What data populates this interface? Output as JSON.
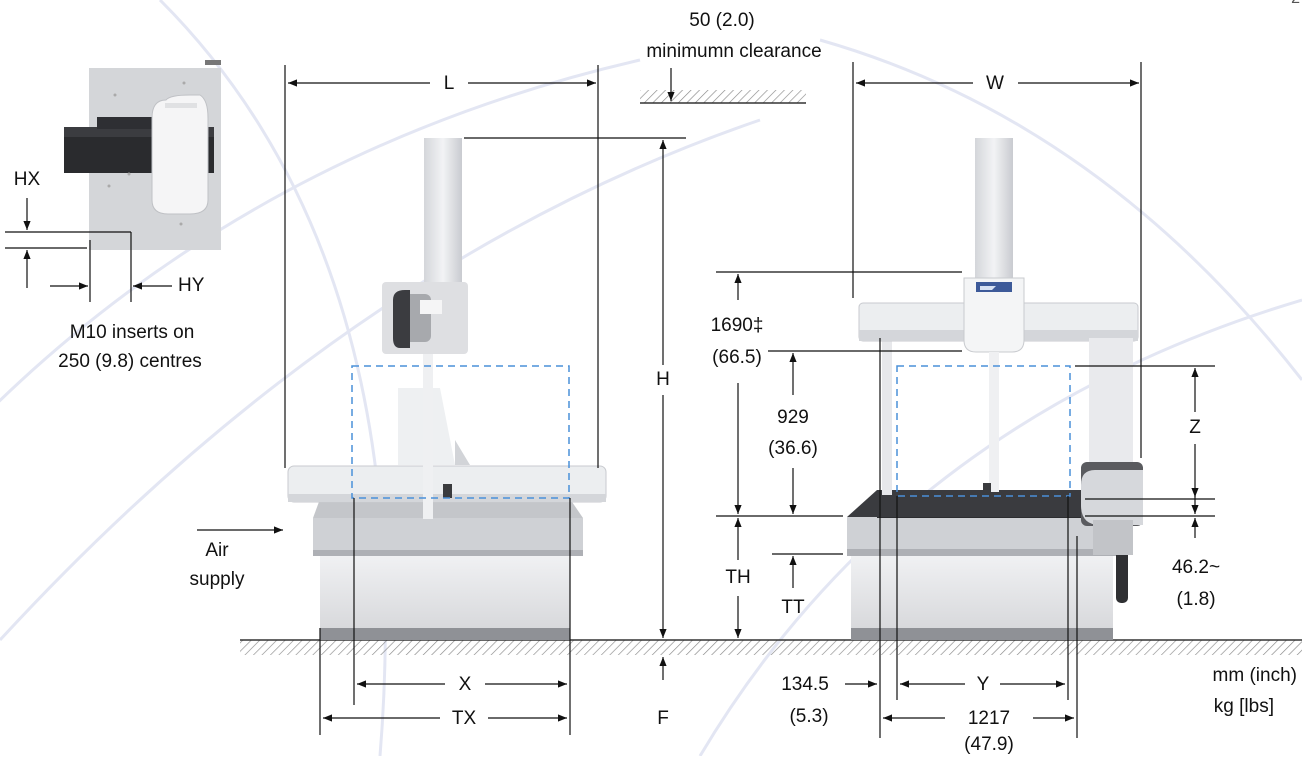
{
  "labels": {
    "clearance_value": "50 (2.0)",
    "clearance_text": "minimumn clearance",
    "L": "L",
    "W": "W",
    "H": "H",
    "HX": "HX",
    "HY": "HY",
    "inserts_line1": "M10 inserts on",
    "inserts_line2": "250 (9.8) centres",
    "height_1690": "1690‡",
    "height_1690_in": "(66.5)",
    "height_929": "929",
    "height_929_in": "(36.6)",
    "Z": "Z",
    "TH": "TH",
    "TT": "TT",
    "clear_46": "46.2~",
    "clear_46_in": "(1.8)",
    "air_line1": "Air",
    "air_line2": "supply",
    "X": "X",
    "TX": "TX",
    "F": "F",
    "dim_134": "134.5",
    "dim_134_in": "(5.3)",
    "Y": "Y",
    "dim_1217": "1217",
    "dim_1217_in": "(47.9)",
    "units_line1": "mm (inch)",
    "units_line2": "kg [lbs]",
    "corner": "2"
  },
  "colors": {
    "line": "#111111",
    "measuring_volume": "#4a90d9",
    "machine_light": "#e6e7ea",
    "machine_mid": "#cfd1d5",
    "machine_dark": "#9c9ea3",
    "granite": "#2c2d30",
    "background_swirl": "#dfe3f2"
  }
}
